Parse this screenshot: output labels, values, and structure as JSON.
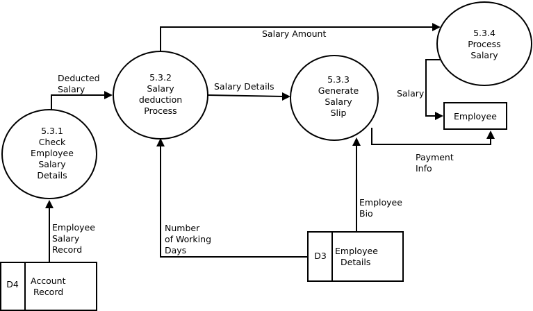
{
  "processes": {
    "p531": {
      "number": "5.3.1",
      "lines": [
        "Check",
        "Employee",
        "Salary",
        "Details"
      ]
    },
    "p532": {
      "number": "5.3.2",
      "lines": [
        "Salary",
        "deduction",
        "Process"
      ]
    },
    "p533": {
      "number": "5.3.3",
      "lines": [
        "Generate",
        "Salary",
        "Slip"
      ]
    },
    "p534": {
      "number": "5.3.4",
      "lines": [
        "Process",
        "Salary"
      ]
    }
  },
  "entities": {
    "employee": {
      "label": "Employee"
    }
  },
  "stores": {
    "d4": {
      "id": "D4",
      "lines": [
        "Account",
        "Record"
      ]
    },
    "d3": {
      "id": "D3",
      "lines": [
        "Employee",
        "Details"
      ]
    }
  },
  "flows": {
    "deducted_salary": [
      "Deducted",
      "Salary"
    ],
    "salary_amount": [
      "Salary Amount"
    ],
    "salary_details": [
      "Salary Details"
    ],
    "salary": [
      "Salary"
    ],
    "payment_info": [
      "Payment",
      "Info"
    ],
    "employee_bio": [
      "Employee",
      "Bio"
    ],
    "working_days": [
      "Number",
      "of Working",
      "Days"
    ],
    "employee_salary_record": [
      "Employee",
      "Salary",
      "Record"
    ]
  }
}
